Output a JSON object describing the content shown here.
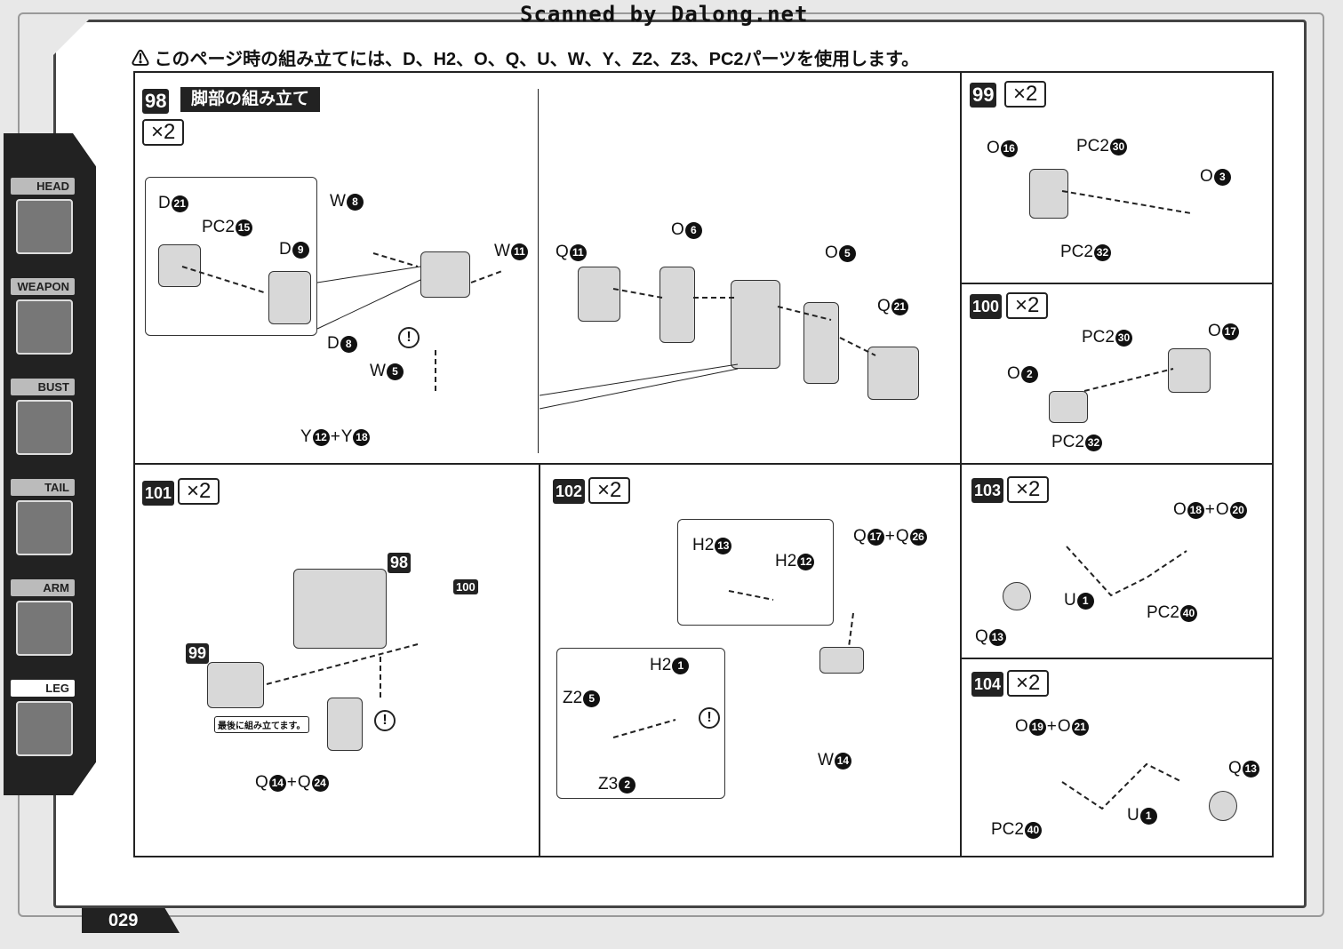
{
  "watermark": "Scanned by Dalong.net",
  "notice": "このページ時の組み立てには、D、H2、O、Q、U、W、Y、Z2、Z3、PC2パーツを使用します。",
  "sidebar": [
    "HEAD",
    "WEAPON",
    "BUST",
    "TAIL",
    "ARM",
    "LEG"
  ],
  "page_number": "029",
  "multiplier": "×2",
  "steps": {
    "s98": {
      "no": "98",
      "title": "脚部の組み立て",
      "labels": [
        [
          "D",
          "21"
        ],
        [
          "PC2",
          "15"
        ],
        [
          "W",
          "8"
        ],
        [
          "D",
          "9"
        ],
        [
          "W",
          "11"
        ],
        [
          "D",
          "8"
        ],
        [
          "W",
          "5"
        ],
        [
          "Y",
          "12",
          "Y",
          "18"
        ],
        [
          "O",
          "6"
        ],
        [
          "Q",
          "11"
        ],
        [
          "O",
          "5"
        ],
        [
          "Q",
          "21"
        ]
      ]
    },
    "s99": {
      "no": "99",
      "labels": [
        [
          "O",
          "16"
        ],
        [
          "PC2",
          "30"
        ],
        [
          "O",
          "3"
        ],
        [
          "PC2",
          "32"
        ]
      ]
    },
    "s100": {
      "no": "100",
      "labels": [
        [
          "PC2",
          "30"
        ],
        [
          "O",
          "17"
        ],
        [
          "O",
          "2"
        ],
        [
          "PC2",
          "32"
        ]
      ]
    },
    "s101": {
      "no": "101",
      "tags": [
        "98",
        "100",
        "99"
      ],
      "note": "最後に組み立てます。",
      "labels": [
        [
          "Q",
          "14",
          "Q",
          "24"
        ]
      ]
    },
    "s102": {
      "no": "102",
      "labels": [
        [
          "H2",
          "13"
        ],
        [
          "H2",
          "12"
        ],
        [
          "Q",
          "17",
          "Q",
          "26"
        ],
        [
          "H2",
          "1"
        ],
        [
          "Z2",
          "5"
        ],
        [
          "Z3",
          "2"
        ],
        [
          "W",
          "14"
        ]
      ]
    },
    "s103": {
      "no": "103",
      "labels": [
        [
          "O",
          "18",
          "O",
          "20"
        ],
        [
          "U",
          "1"
        ],
        [
          "PC2",
          "40"
        ],
        [
          "Q",
          "13"
        ]
      ]
    },
    "s104": {
      "no": "104",
      "labels": [
        [
          "O",
          "19",
          "O",
          "21"
        ],
        [
          "Q",
          "13"
        ],
        [
          "U",
          "1"
        ],
        [
          "PC2",
          "40"
        ]
      ]
    }
  }
}
